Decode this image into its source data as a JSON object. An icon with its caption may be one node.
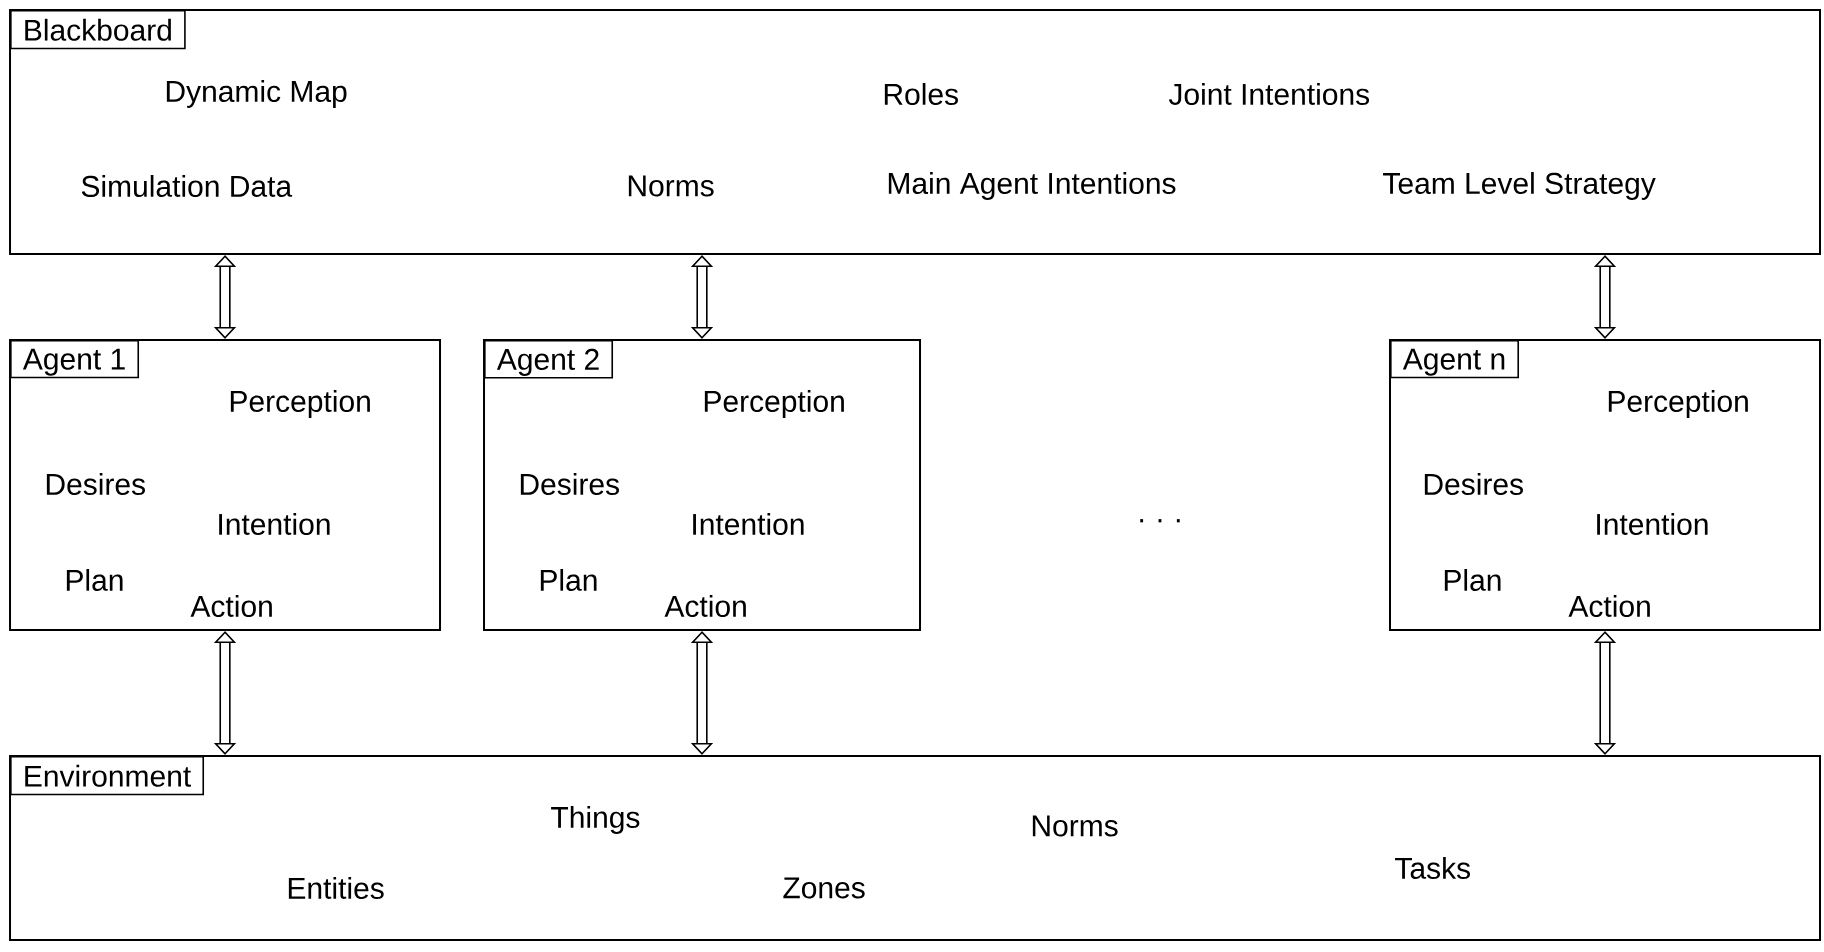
{
  "diagram": {
    "nodes": [
      {
        "text": [
          "Blackboard",
          "Dynamic Map",
          "Roles",
          "Joint Intentions",
          "Simulation Data",
          "Norms",
          "Main Agent Intentions",
          "Team Level Strategy"
        ]
      },
      {
        "text": [
          "Agent 1",
          "Perception",
          "Desires",
          "Intention",
          "Plan",
          "Action"
        ]
      },
      {
        "text": [
          "Agent 2",
          "Perception",
          "Desires",
          "Intention",
          "Plan",
          "Action"
        ]
      },
      {
        "text": [
          "Agent n",
          "Perception",
          "Desires",
          "Intention",
          "Plan",
          "Action"
        ]
      },
      {
        "text": [
          "Environment",
          "Things",
          "Norms",
          "Entities",
          "Zones",
          "Tasks"
        ]
      }
    ],
    "edges": [
      {
        "from": 0,
        "to": 1,
        "arrow": "both"
      },
      {
        "from": 0,
        "to": 2,
        "arrow": "both"
      },
      {
        "from": 0,
        "to": 3,
        "arrow": "both"
      },
      {
        "from": 1,
        "to": 4,
        "arrow": "both"
      },
      {
        "from": 2,
        "to": 4,
        "arrow": "both"
      },
      {
        "from": 3,
        "to": 4,
        "arrow": "both"
      }
    ],
    "labels": [
      "· · ·"
    ]
  }
}
